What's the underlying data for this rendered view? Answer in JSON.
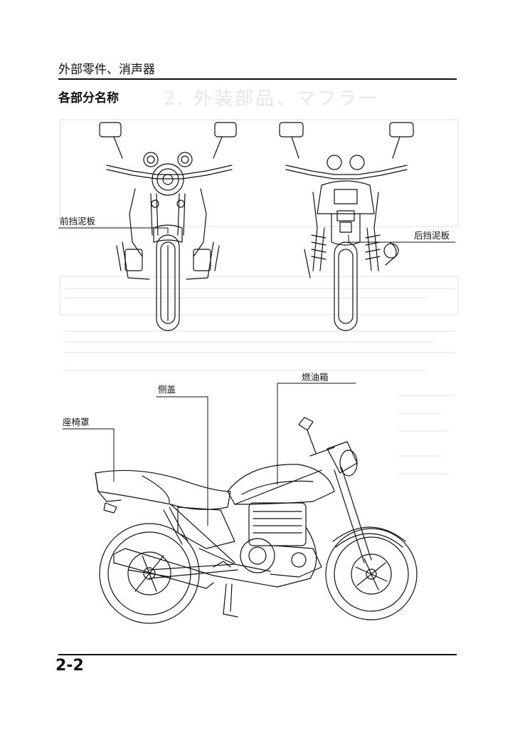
{
  "header": {
    "section_title": "外部零件、消声器",
    "page_title": "各部分名称"
  },
  "ghost_text": {
    "title": "2. 外装部品、マフラー"
  },
  "labels": {
    "front_fender": "前挡泥板",
    "rear_fender": "后挡泥板",
    "side_cover": "侧盖",
    "fuel_tank": "燃油箱",
    "seat_cowl": "座椅罩"
  },
  "footer": {
    "page_number": "2-2"
  },
  "colors": {
    "ink": "#111111",
    "ghost": "#e6e6e6"
  }
}
